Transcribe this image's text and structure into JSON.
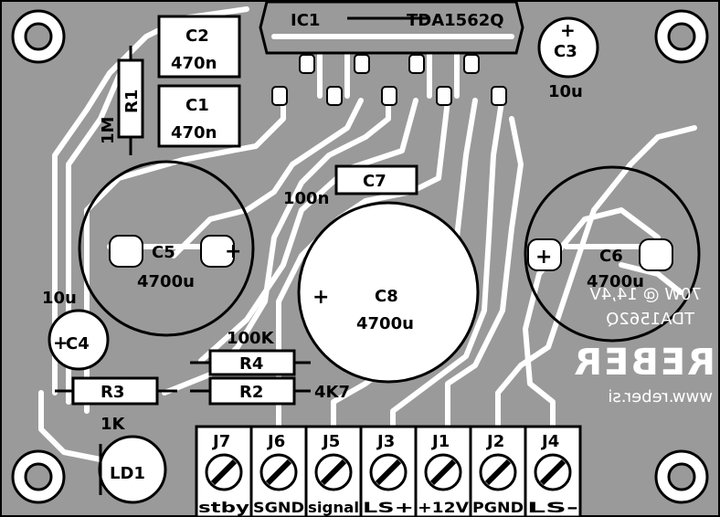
{
  "board": {
    "background": "#9a9a9a",
    "trace_color": "#ffffff",
    "silk_color": "#000000"
  },
  "components": {
    "ic1": {
      "ref": "IC1",
      "part": "TDA1562Q"
    },
    "c2": {
      "ref": "C2",
      "value": "470n"
    },
    "c1": {
      "ref": "C1",
      "value": "470n"
    },
    "c3": {
      "ref": "C3",
      "value": "10u",
      "polarity": "+"
    },
    "r1": {
      "ref": "R1",
      "value": "1M"
    },
    "c7": {
      "ref": "C7",
      "value": "100n"
    },
    "c5": {
      "ref": "C5",
      "value": "4700u",
      "polarity": "+"
    },
    "c8": {
      "ref": "C8",
      "value": "4700u",
      "polarity": "+"
    },
    "c6": {
      "ref": "C6",
      "value": "4700u",
      "polarity": "+"
    },
    "c4": {
      "ref": "C4",
      "value": "10u",
      "polarity": "+"
    },
    "r4": {
      "ref": "R4",
      "value": "100K"
    },
    "r2": {
      "ref": "R2",
      "value": "4K7"
    },
    "r3": {
      "ref": "R3",
      "value": "1K"
    },
    "ld1": {
      "ref": "LD1"
    }
  },
  "connectors": [
    {
      "ref": "J7",
      "label": "stby"
    },
    {
      "ref": "J6",
      "label": "SGND"
    },
    {
      "ref": "J5",
      "label": "signal"
    },
    {
      "ref": "J3",
      "label": "LS+"
    },
    {
      "ref": "J1",
      "label": "+12V"
    },
    {
      "ref": "J2",
      "label": "PGND"
    },
    {
      "ref": "J4",
      "label": "LS-"
    }
  ],
  "mirrored_copper_text": {
    "line1": "70W @ 14,4V",
    "line2": "TDA1562Q",
    "line3": "REBER",
    "line4": "www.reber.si"
  }
}
